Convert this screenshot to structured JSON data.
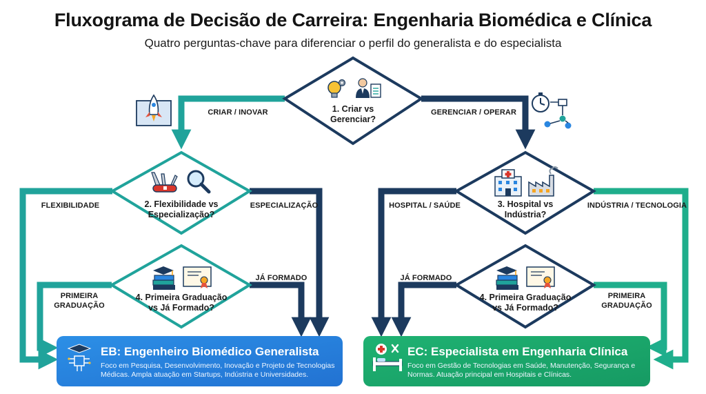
{
  "title": "Fluxograma de Decisão de Carreira: Engenharia Biomédica e Clínica",
  "subtitle": "Quatro perguntas-chave para diferenciar o perfil do generalista e do especialista",
  "nodes": {
    "q1": "1. Criar vs Gerenciar?",
    "q2": "2. Flexibilidade vs Especialização?",
    "q3": "3. Hospital vs Indústria?",
    "q4_left": "4. Primeira Graduação vs Já Formado?",
    "q4_right": "4. Primeira Graduação vs Já Formado?"
  },
  "edges": {
    "criar": "CRIAR / INOVAR",
    "gerenciar": "GERENCIAR / OPERAR",
    "flexibilidade": "FLEXIBILIDADE",
    "especializacao": "ESPECIALIZAÇÃO",
    "hospital": "HOSPITAL / SAÚDE",
    "industria": "INDÚSTRIA / TECNOLOGIA",
    "ja_formado_left": "JÁ FORMADO",
    "primeira_left": "PRIMEIRA GRADUAÇÃO",
    "ja_formado_right": "JÁ FORMADO",
    "primeira_right": "PRIMEIRA GRADUAÇÃO"
  },
  "outcomes": {
    "eb": {
      "title": "EB: Engenheiro Biomédico Generalista",
      "desc": "Foco em Pesquisa, Desenvolvimento, Inovação e Projeto de Tecnologias Médicas. Ampla atuação em Startups, Indústria e Universidades."
    },
    "ec": {
      "title": "EC: Especialista em Engenharia Clínica",
      "desc": "Foco em Gestão de Tecnologias em Saúde, Manutenção, Segurança e Normas. Atuação principal em Hospitais e Clínicas."
    }
  },
  "colors": {
    "teal": "#20a39b",
    "navy": "#1c3a5e",
    "green_teal": "#1fae8c",
    "blue_card": "#2a86e0",
    "green_card": "#1aa86c"
  },
  "icons": [
    "lightbulb-gear-icon",
    "businessman-clipboard-icon",
    "rocket-blueprint-icon",
    "stopwatch-flowchart-icon",
    "swiss-knife-icon",
    "magnifier-icon",
    "hospital-icon",
    "factory-icon",
    "books-graduation-icon",
    "diploma-icon",
    "circuit-graduation-icon",
    "hospital-bed-tools-icon"
  ]
}
